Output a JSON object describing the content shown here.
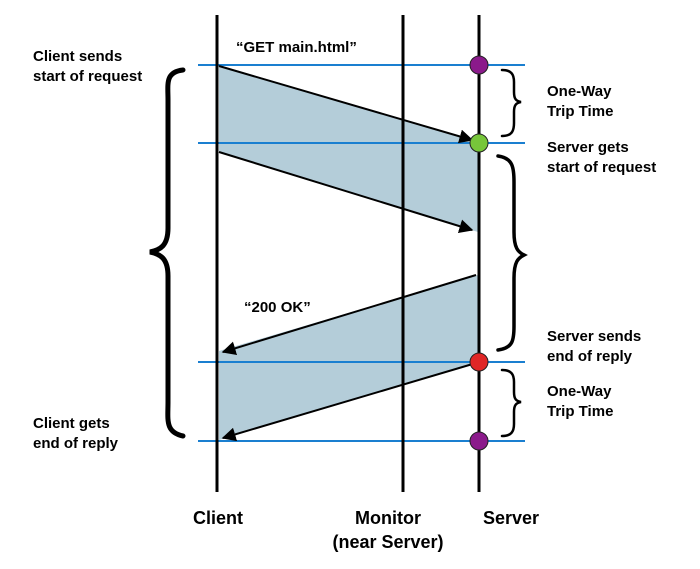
{
  "labels": {
    "get_request": "“GET main.html”",
    "ok_response": "“200 OK”",
    "client_sends_1": "Client sends",
    "client_sends_2": "start of request",
    "client_gets_1": "Client gets",
    "client_gets_2": "end of reply",
    "oneway_top_1": "One-Way",
    "oneway_top_2": "Trip Time",
    "server_gets_1": "Server gets",
    "server_gets_2": "start of request",
    "server_sends_1": "Server sends",
    "server_sends_2": "end of reply",
    "oneway_bottom_1": "One-Way",
    "oneway_bottom_2": "Trip Time",
    "timeline_client": "Client",
    "timeline_monitor_1": "Monitor",
    "timeline_monitor_2": "(near Server)",
    "timeline_server": "Server"
  },
  "colors": {
    "timeline": "#000000",
    "event_line": "#1a7fd0",
    "band_fill": "#b4cdd9",
    "event_top": "#8b1a8b",
    "event_server_gets": "#77c63a",
    "event_server_sends": "#e02626",
    "event_bottom": "#8b1a8b"
  }
}
